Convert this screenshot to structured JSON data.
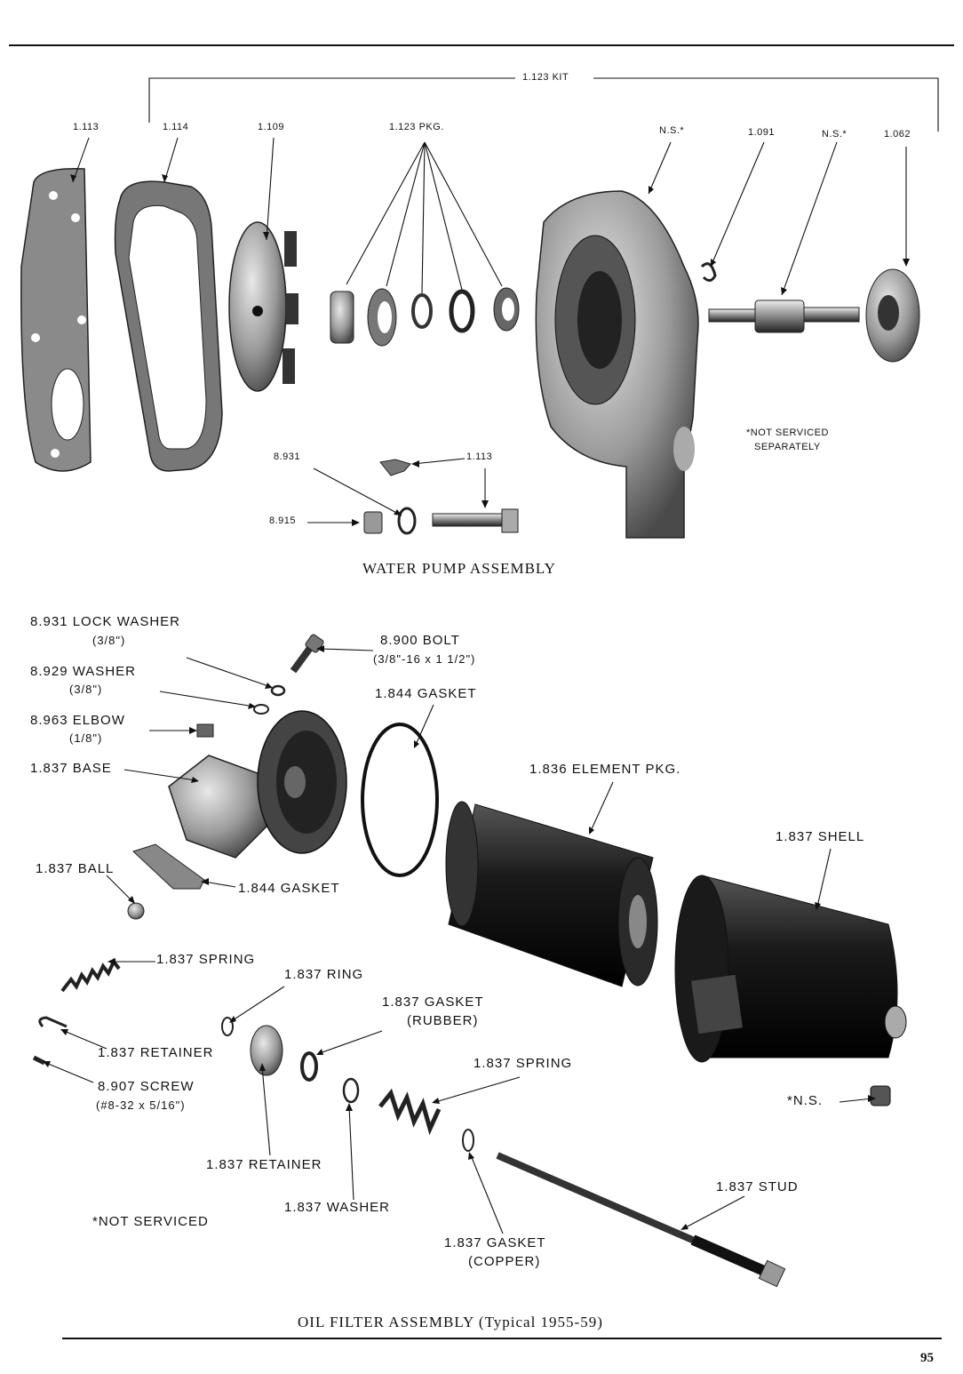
{
  "page_number": "95",
  "water_pump": {
    "title": "WATER PUMP ASSEMBLY",
    "kit_label": "1.123 KIT",
    "labels": {
      "gasket_1113": "1.113",
      "gasket_1114": "1.114",
      "impeller_1109": "1.109",
      "seal_pkg": "1.123 PKG.",
      "housing_ns": "N.S.*",
      "clip_1091": "1.091",
      "shaft_ns": "N.S.*",
      "flange_1062": "1.062",
      "lock_washer_8931": "8.931",
      "fitting_1113": "1.113",
      "nut_8915": "8.915"
    },
    "note_line1": "*NOT SERVICED",
    "note_line2": "SEPARATELY"
  },
  "oil_filter": {
    "title": "OIL FILTER ASSEMBLY (Typical 1955-59)",
    "labels": {
      "lock_washer": "8.931 LOCK WASHER",
      "lock_washer_size": "(3/8\")",
      "washer": "8.929 WASHER",
      "washer_size": "(3/8\")",
      "elbow": "8.963 ELBOW",
      "elbow_size": "(1/8\")",
      "base": "1.837 BASE",
      "bolt": "8.900 BOLT",
      "bolt_size": "(3/8\"-16 x 1 1/2\")",
      "gasket_1844_top": "1.844 GASKET",
      "element_pkg": "1.836 ELEMENT PKG.",
      "shell": "1.837 SHELL",
      "ball": "1.837 BALL",
      "gasket_1844_base": "1.844 GASKET",
      "spring_left": "1.837 SPRING",
      "ring": "1.837 RING",
      "gasket_rubber": "1.837 GASKET",
      "gasket_rubber_sub": "(RUBBER)",
      "retainer_clip": "1.837 RETAINER",
      "spring_right": "1.837 SPRING",
      "screw": "8.907 SCREW",
      "screw_size": "(#8-32 x 5/16\")",
      "ns_plug": "*N.S.",
      "retainer_cup": "1.837 RETAINER",
      "stud": "1.837 STUD",
      "washer_bottom": "1.837 WASHER",
      "gasket_copper": "1.837 GASKET",
      "gasket_copper_sub": "(COPPER)",
      "not_serviced": "*NOT SERVICED"
    }
  }
}
